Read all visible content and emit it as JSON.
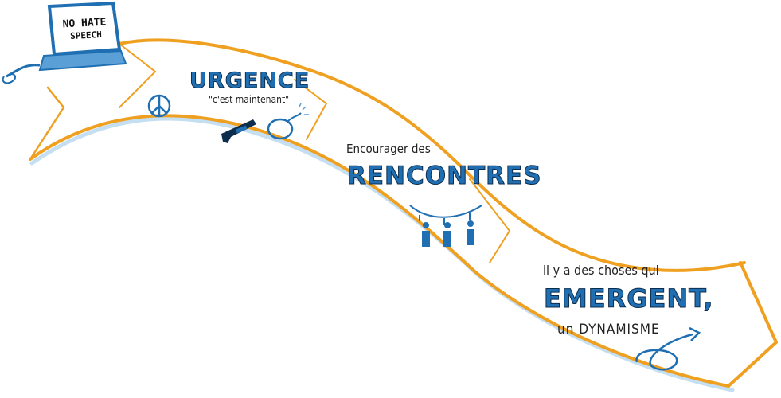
{
  "laptop": {
    "line1": "NO HATE",
    "line2": "SPEECH"
  },
  "step1": {
    "title": "URGENCE",
    "quote": "\"c'est maintenant\""
  },
  "step2": {
    "intro": "Encourager des",
    "title": "RENCONTRES"
  },
  "step3": {
    "intro": "il y a des choses qui",
    "title": "EMERGENT,",
    "outro": "un DYNAMISME"
  },
  "colors": {
    "ribbon": "#f0a020",
    "accent_blue": "#1f6fb2",
    "ink": "#1e2a3a"
  },
  "icons": [
    "laptop-icon",
    "peace-icon",
    "rifle-icon",
    "bomb-icon",
    "people-icon",
    "swirl-arrow-icon"
  ]
}
